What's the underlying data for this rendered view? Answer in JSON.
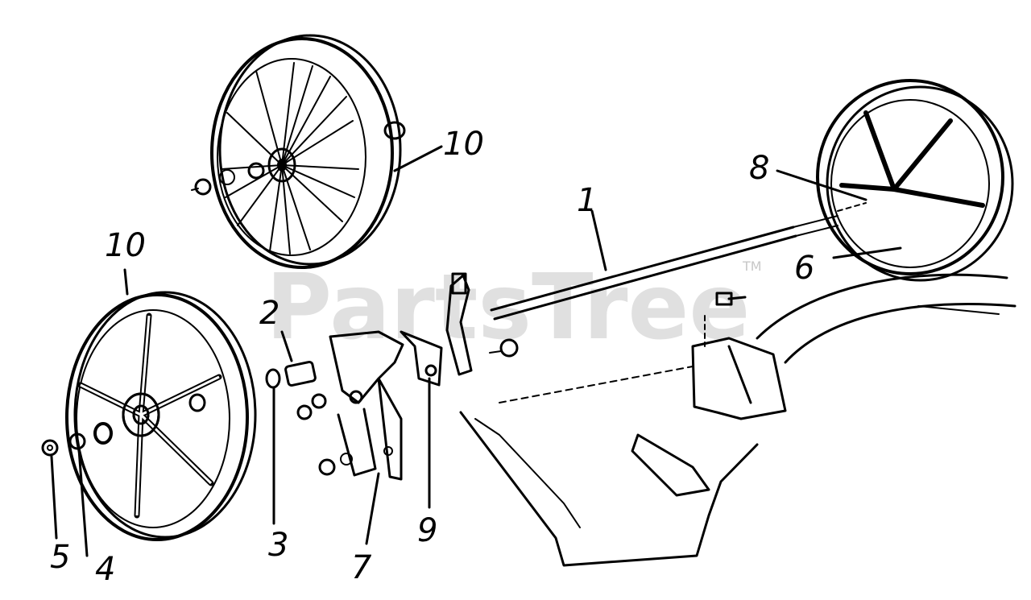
{
  "watermark": {
    "text": "PartsTree",
    "trademark": "TM"
  },
  "callouts": [
    {
      "id": "c1",
      "number": "1"
    },
    {
      "id": "c2",
      "number": "2"
    },
    {
      "id": "c3",
      "number": "3"
    },
    {
      "id": "c4",
      "number": "4"
    },
    {
      "id": "c5",
      "number": "5"
    },
    {
      "id": "c6",
      "number": "6"
    },
    {
      "id": "c7",
      "number": "7"
    },
    {
      "id": "c8",
      "number": "8"
    },
    {
      "id": "c9",
      "number": "9"
    },
    {
      "id": "c10a",
      "number": "10"
    },
    {
      "id": "c10b",
      "number": "10"
    }
  ]
}
